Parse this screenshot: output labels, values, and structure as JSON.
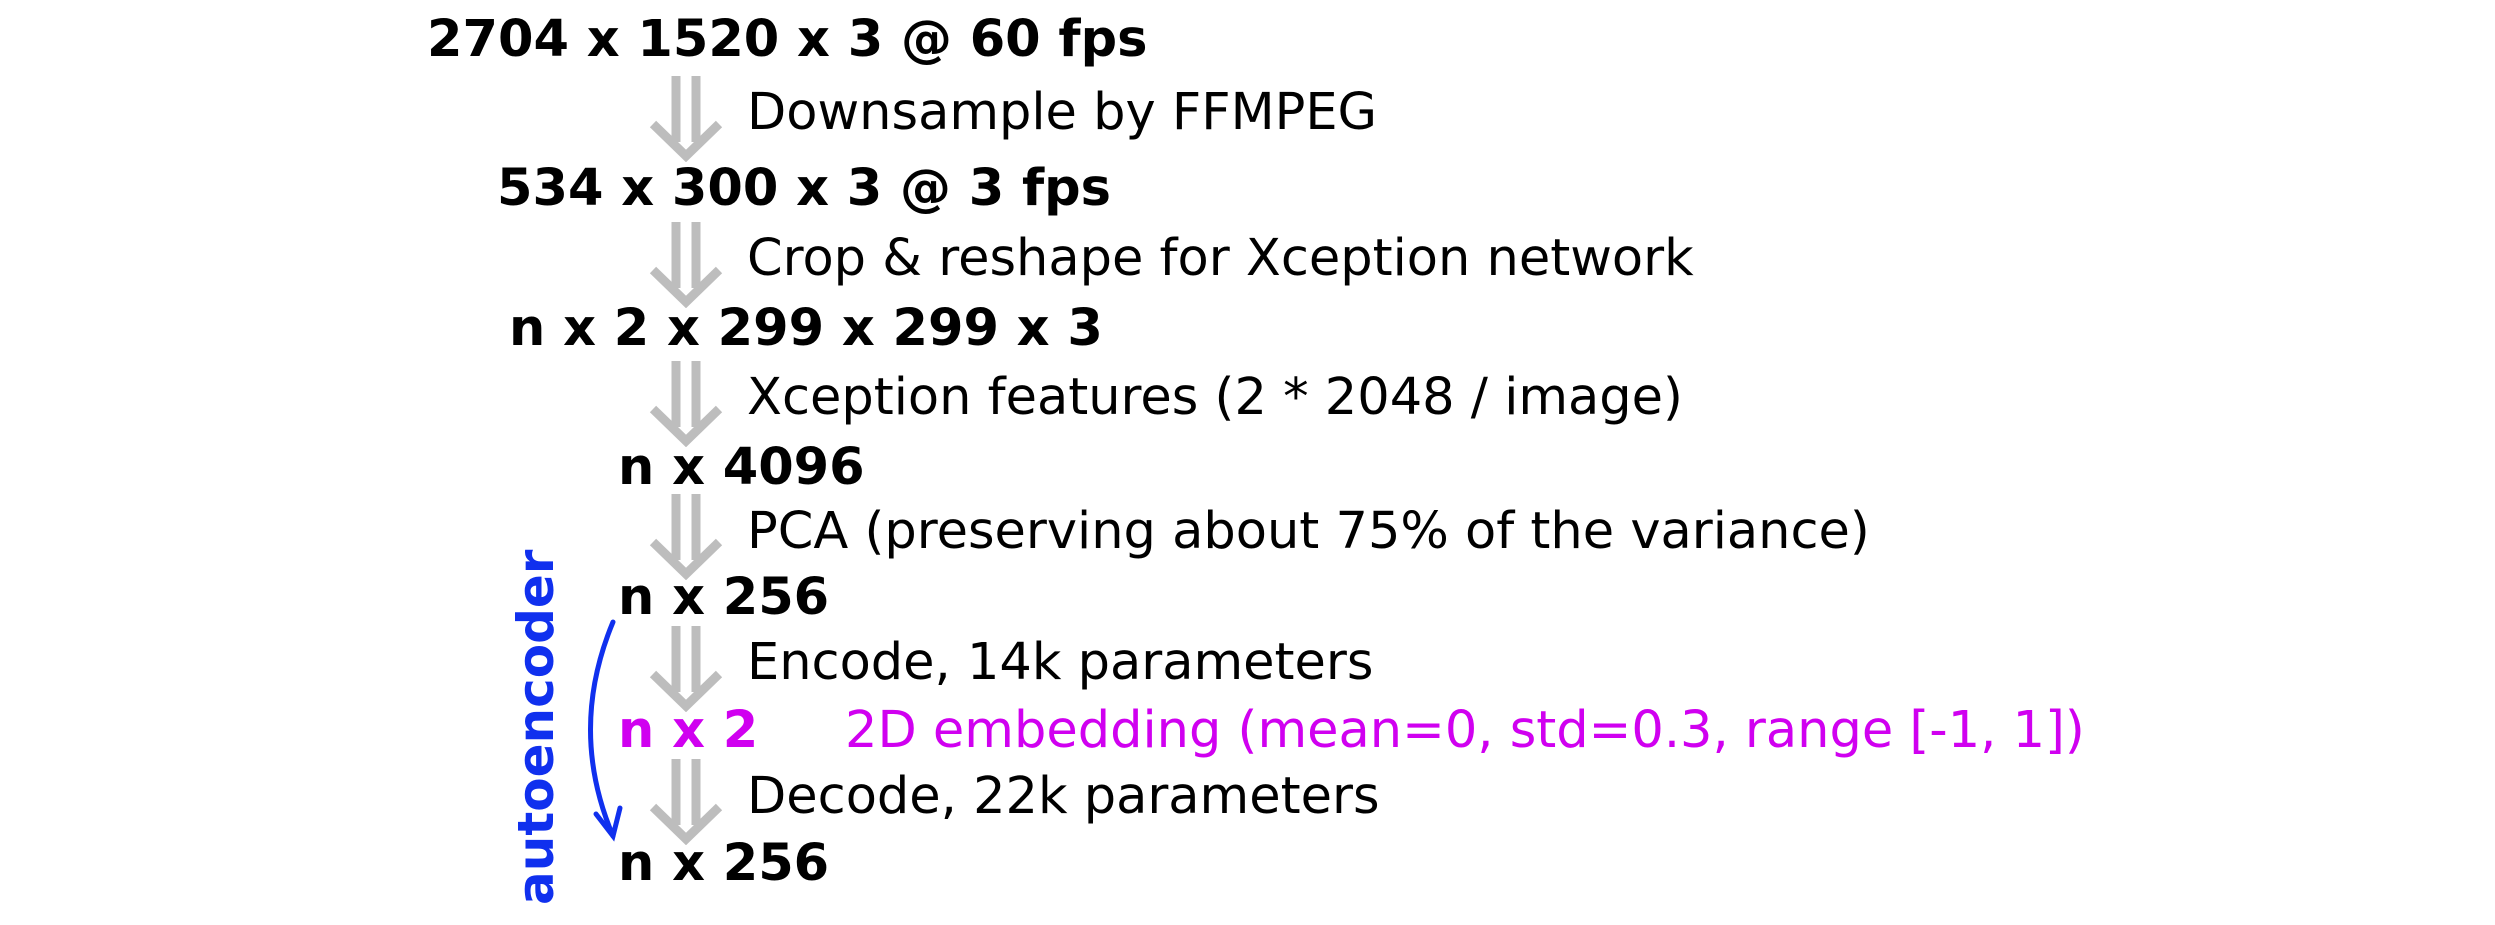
{
  "colors": {
    "text": "#000000",
    "arrow": "#bdbdbd",
    "highlight": "#d000f0",
    "autoencoder": "#1030ee"
  },
  "icons": {
    "step_arrow": "double-down-arrow-icon",
    "autoencoder_arrow": "curved-arrow-icon"
  },
  "pipeline": {
    "shapes": [
      "2704 x 1520 x 3 @ 60 fps",
      "534 x 300 x 3 @ 3 fps",
      "n x 2 x 299 x 299 x 3",
      "n x 4096",
      "n x 256",
      "n x 2",
      "n x 256"
    ],
    "steps": [
      "Downsample by FFMPEG",
      "Crop & reshape for Xception network",
      "Xception features (2 * 2048 / image)",
      "PCA (preserving about 75% of the variance)",
      "Encode, 14k parameters",
      "Decode, 22k parameters"
    ],
    "embedding_note": "2D embedding (mean=0, std=0.3, range [-1, 1])",
    "side_label": "autoencoder"
  }
}
